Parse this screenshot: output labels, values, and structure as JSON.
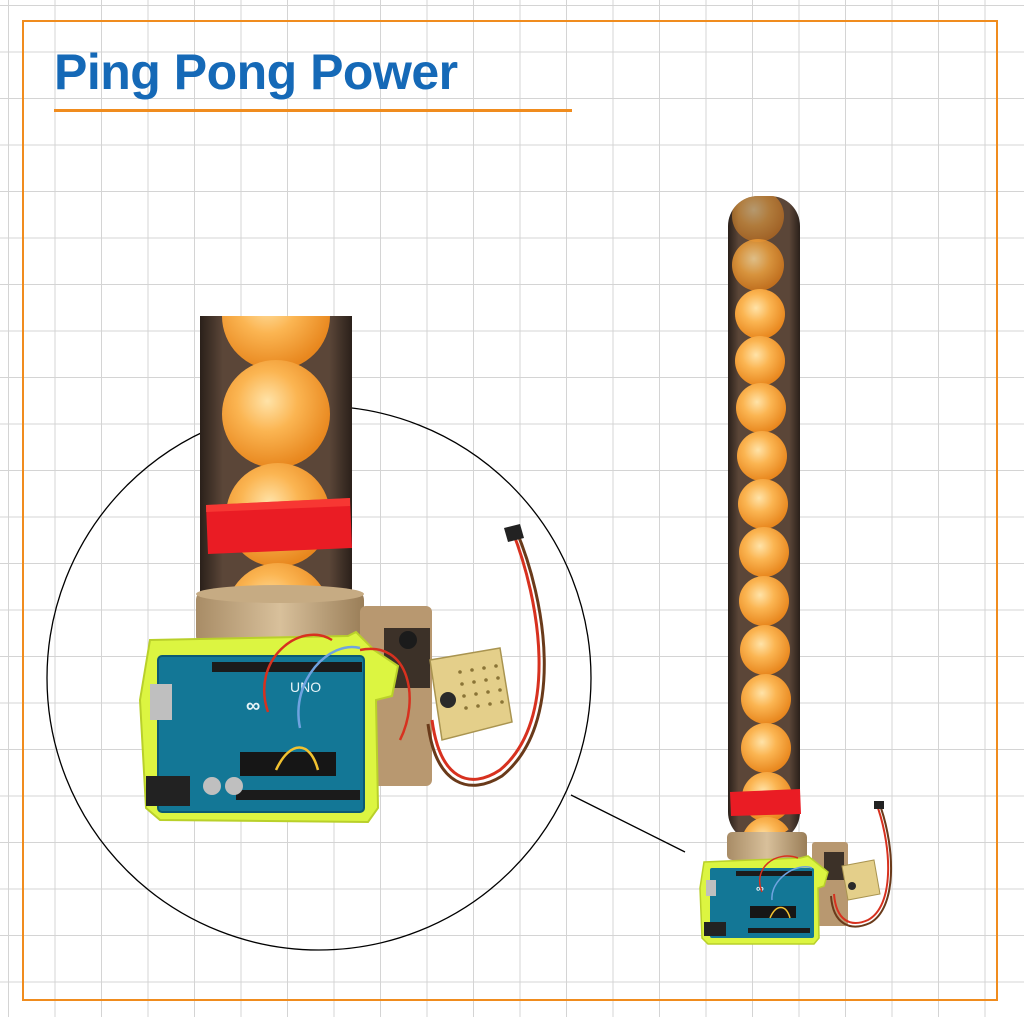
{
  "title": "Ping Pong Power",
  "colors": {
    "frame": "#f08c1e",
    "title": "#1569b7",
    "title_rule": "#f08c1e",
    "ball": "#f7a640",
    "tube": "#4a3a30",
    "strap": "#ea1c24",
    "board": "#137796",
    "mount": "#dcf541"
  },
  "photo_subject": "arduino-ping-pong-ball-tube-machine",
  "zoom_callout": "circle-magnifier"
}
